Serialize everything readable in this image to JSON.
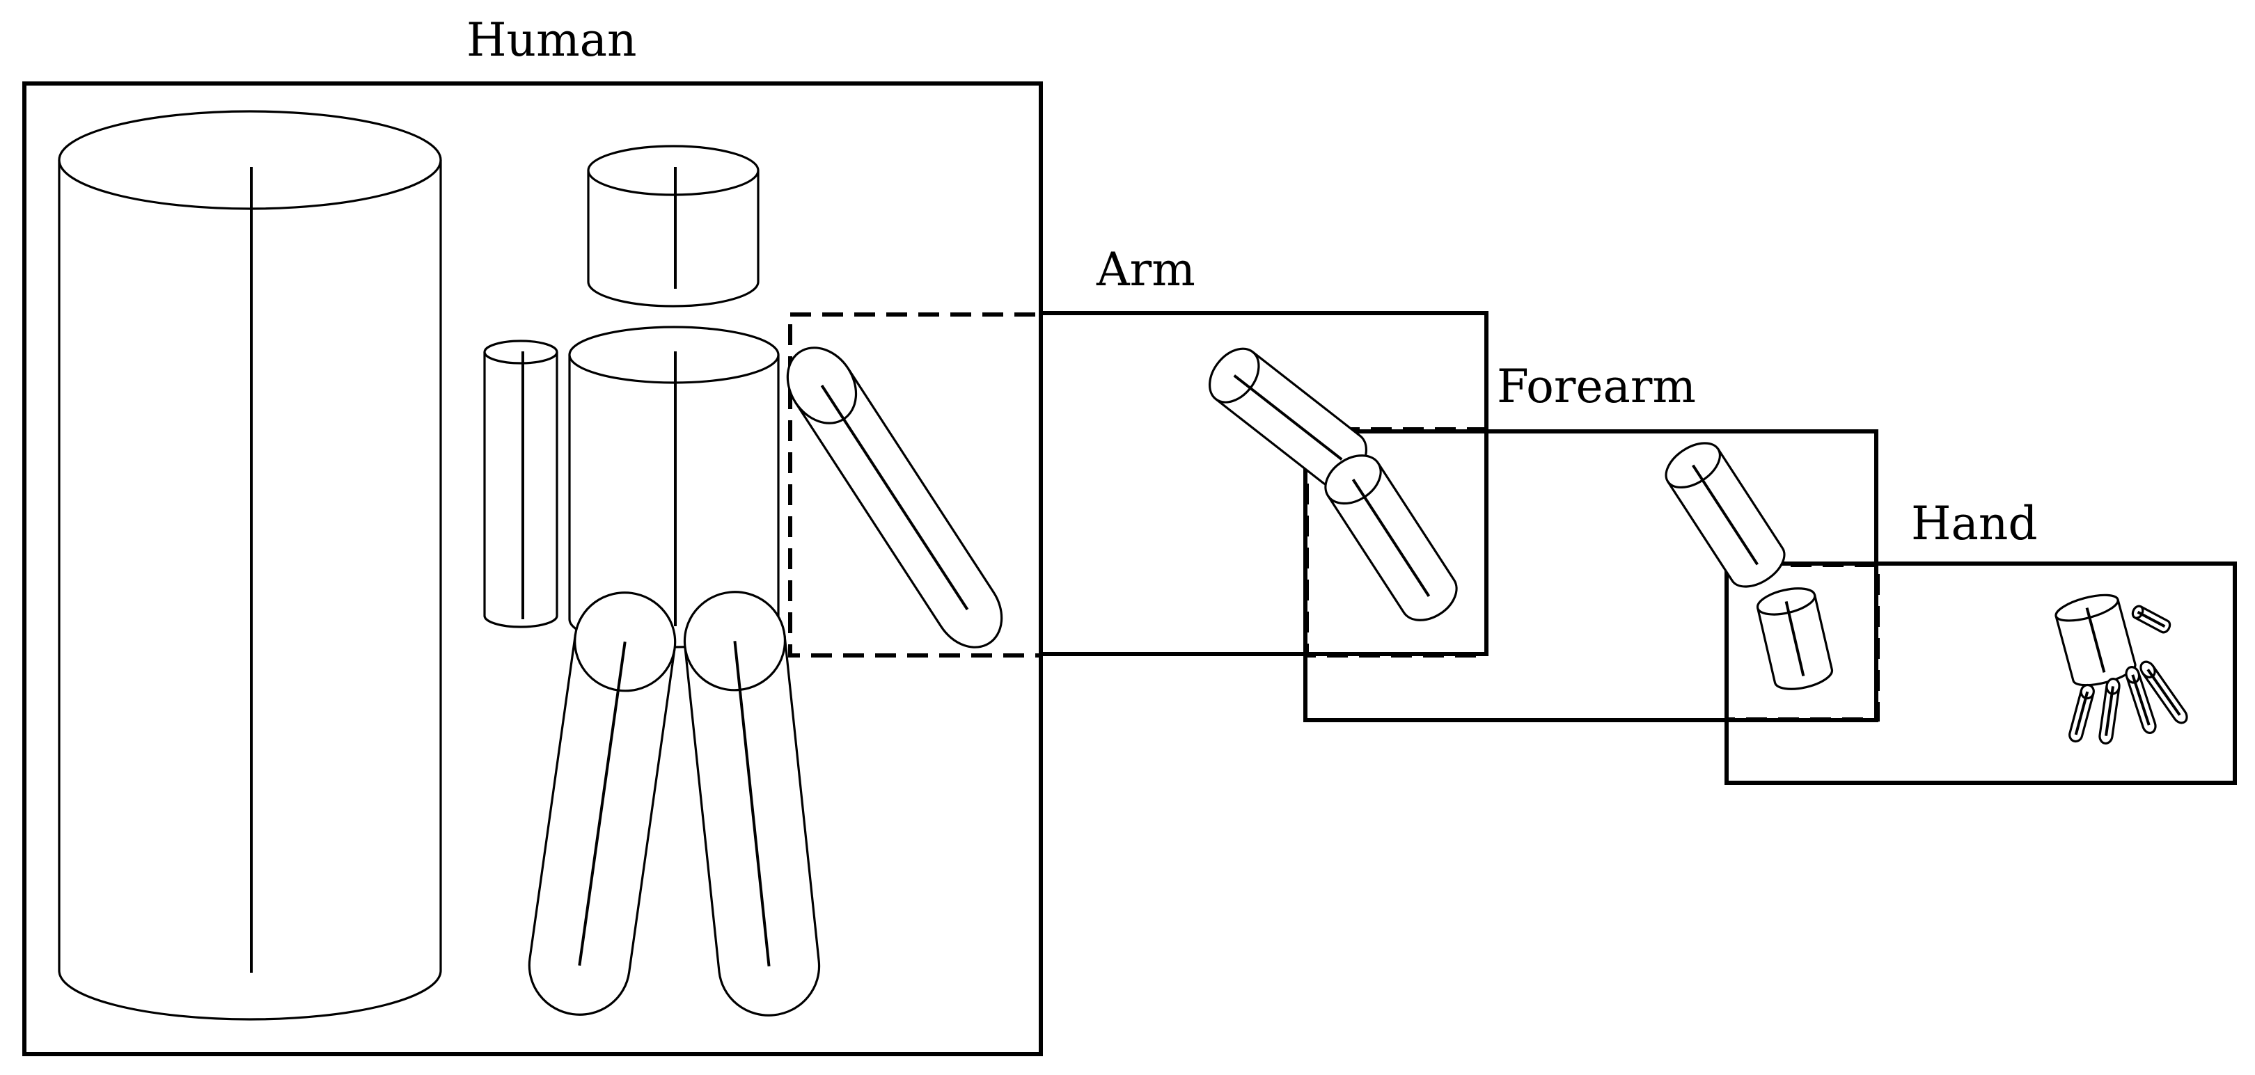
{
  "diagram": {
    "labels": {
      "human": "Human",
      "arm": "Arm",
      "forearm": "Forearm",
      "hand": "Hand"
    },
    "colors": {
      "stroke": "#000000",
      "background": "#ffffff"
    }
  }
}
